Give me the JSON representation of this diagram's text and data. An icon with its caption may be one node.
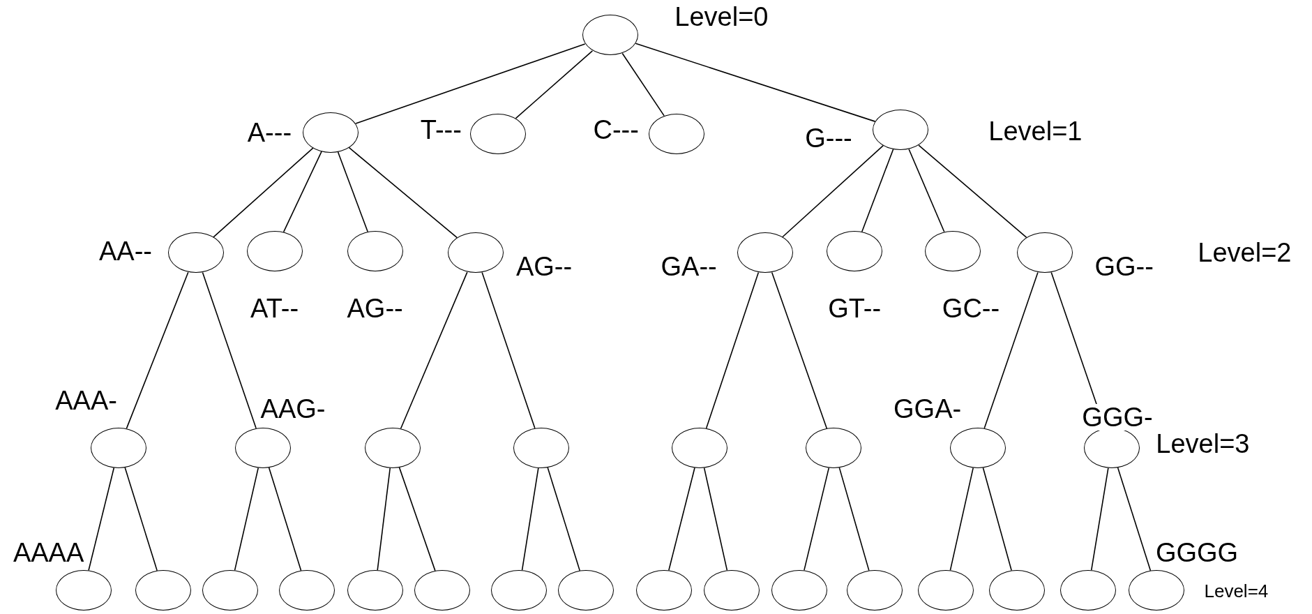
{
  "diagram": {
    "nodes": [
      {
        "text": [],
        "shape": "circle"
      },
      {
        "text": [],
        "shape": "circle",
        "beside": [
          "A---"
        ]
      },
      {
        "text": [],
        "shape": "circle",
        "beside": [
          "T---"
        ]
      },
      {
        "text": [],
        "shape": "circle",
        "beside": [
          "C---"
        ]
      },
      {
        "text": [],
        "shape": "circle",
        "beside": [
          "G---"
        ]
      },
      {
        "text": [],
        "shape": "circle",
        "beside": [
          "AA--"
        ]
      },
      {
        "text": [],
        "shape": "circle",
        "beside": [
          "AT--"
        ]
      },
      {
        "text": [],
        "shape": "circle",
        "beside": [
          "AG--"
        ]
      },
      {
        "text": [],
        "shape": "circle",
        "beside": [
          "AG--"
        ]
      },
      {
        "text": [],
        "shape": "circle",
        "beside": [
          "GA--"
        ]
      },
      {
        "text": [],
        "shape": "circle",
        "beside": [
          "GT--"
        ]
      },
      {
        "text": [],
        "shape": "circle",
        "beside": [
          "GC--"
        ]
      },
      {
        "text": [],
        "shape": "circle",
        "beside": [
          "GG--"
        ]
      },
      {
        "text": [],
        "shape": "circle",
        "beside": [
          "AAA-"
        ]
      },
      {
        "text": [],
        "shape": "circle",
        "beside": [
          "AAG-"
        ]
      },
      {
        "text": [],
        "shape": "circle"
      },
      {
        "text": [],
        "shape": "circle"
      },
      {
        "text": [],
        "shape": "circle"
      },
      {
        "text": [],
        "shape": "circle"
      },
      {
        "text": [],
        "shape": "circle",
        "beside": [
          "GGA-"
        ]
      },
      {
        "text": [],
        "shape": "circle",
        "beside": [
          "GGG-"
        ]
      },
      {
        "text": [],
        "shape": "circle",
        "beside": [
          "AAAA"
        ]
      },
      {
        "text": [],
        "shape": "circle"
      },
      {
        "text": [],
        "shape": "circle"
      },
      {
        "text": [],
        "shape": "circle"
      },
      {
        "text": [],
        "shape": "circle"
      },
      {
        "text": [],
        "shape": "circle"
      },
      {
        "text": [],
        "shape": "circle"
      },
      {
        "text": [],
        "shape": "circle"
      },
      {
        "text": [],
        "shape": "circle"
      },
      {
        "text": [],
        "shape": "circle"
      },
      {
        "text": [],
        "shape": "circle"
      },
      {
        "text": [],
        "shape": "circle"
      },
      {
        "text": [],
        "shape": "circle"
      },
      {
        "text": [],
        "shape": "circle"
      },
      {
        "text": [],
        "shape": "circle"
      },
      {
        "text": [],
        "shape": "circle",
        "beside": [
          "GGGG"
        ]
      }
    ],
    "edges": [
      {
        "from": 0,
        "to": 1,
        "arrow": "none"
      },
      {
        "from": 0,
        "to": 2,
        "arrow": "none"
      },
      {
        "from": 0,
        "to": 3,
        "arrow": "none"
      },
      {
        "from": 0,
        "to": 4,
        "arrow": "none"
      },
      {
        "from": 1,
        "to": 5,
        "arrow": "none"
      },
      {
        "from": 1,
        "to": 6,
        "arrow": "none"
      },
      {
        "from": 1,
        "to": 7,
        "arrow": "none"
      },
      {
        "from": 1,
        "to": 8,
        "arrow": "none"
      },
      {
        "from": 4,
        "to": 9,
        "arrow": "none"
      },
      {
        "from": 4,
        "to": 10,
        "arrow": "none"
      },
      {
        "from": 4,
        "to": 11,
        "arrow": "none"
      },
      {
        "from": 4,
        "to": 12,
        "arrow": "none"
      },
      {
        "from": 5,
        "to": 13,
        "arrow": "none"
      },
      {
        "from": 5,
        "to": 14,
        "arrow": "none"
      },
      {
        "from": 8,
        "to": 15,
        "arrow": "none"
      },
      {
        "from": 8,
        "to": 16,
        "arrow": "none"
      },
      {
        "from": 9,
        "to": 17,
        "arrow": "none"
      },
      {
        "from": 9,
        "to": 18,
        "arrow": "none"
      },
      {
        "from": 12,
        "to": 19,
        "arrow": "none"
      },
      {
        "from": 12,
        "to": 20,
        "arrow": "none"
      },
      {
        "from": 13,
        "to": 21,
        "arrow": "none"
      },
      {
        "from": 13,
        "to": 22,
        "arrow": "none"
      },
      {
        "from": 14,
        "to": 23,
        "arrow": "none"
      },
      {
        "from": 14,
        "to": 24,
        "arrow": "none"
      },
      {
        "from": 15,
        "to": 25,
        "arrow": "none"
      },
      {
        "from": 15,
        "to": 26,
        "arrow": "none"
      },
      {
        "from": 16,
        "to": 27,
        "arrow": "none"
      },
      {
        "from": 16,
        "to": 28,
        "arrow": "none"
      },
      {
        "from": 17,
        "to": 29,
        "arrow": "none"
      },
      {
        "from": 17,
        "to": 30,
        "arrow": "none"
      },
      {
        "from": 18,
        "to": 31,
        "arrow": "none"
      },
      {
        "from": 18,
        "to": 32,
        "arrow": "none"
      },
      {
        "from": 19,
        "to": 33,
        "arrow": "none"
      },
      {
        "from": 19,
        "to": 34,
        "arrow": "none"
      },
      {
        "from": 20,
        "to": 35,
        "arrow": "none"
      },
      {
        "from": 20,
        "to": 36,
        "arrow": "none"
      }
    ],
    "labels": [
      "Level=0",
      "Level=1",
      "Level=2",
      "Level=3",
      "Level=4"
    ]
  }
}
